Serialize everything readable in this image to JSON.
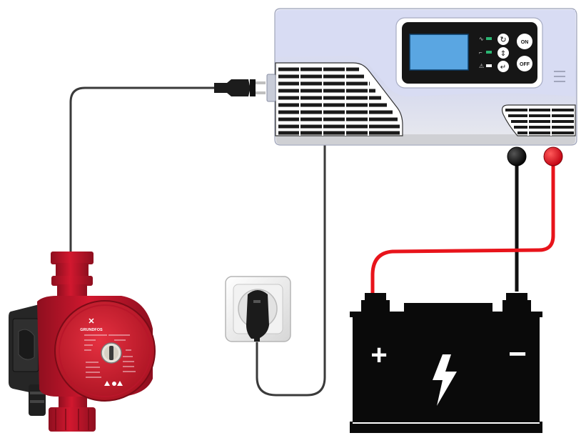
{
  "inverter": {
    "buttons": {
      "on": "ON",
      "off": "OFF"
    },
    "colors": {
      "body": "#dfe2f2",
      "body_light": "#f4f5fb",
      "panel_frame": "#ffffff",
      "panel": "#161616",
      "lcd": "#5aa6e2",
      "led_green": "#2bb673"
    }
  },
  "pump": {
    "brand": "GRUNDFOS",
    "colors": {
      "body": "#c8102e",
      "body_dark": "#8e0f1f",
      "terminal_box": "#262626"
    }
  },
  "battery": {
    "positive_symbol": "+",
    "negative_symbol": "−",
    "icon": "lightning-bolt-icon",
    "colors": {
      "body": "#0a0a0a",
      "symbols": "#ffffff"
    }
  },
  "wires": {
    "ac_cable_color": "#3a3a3a",
    "positive_cable_color": "#e8141b",
    "negative_cable_color": "#101010"
  },
  "terminals": {
    "negative_color": "#111111",
    "positive_color": "#e30613"
  }
}
